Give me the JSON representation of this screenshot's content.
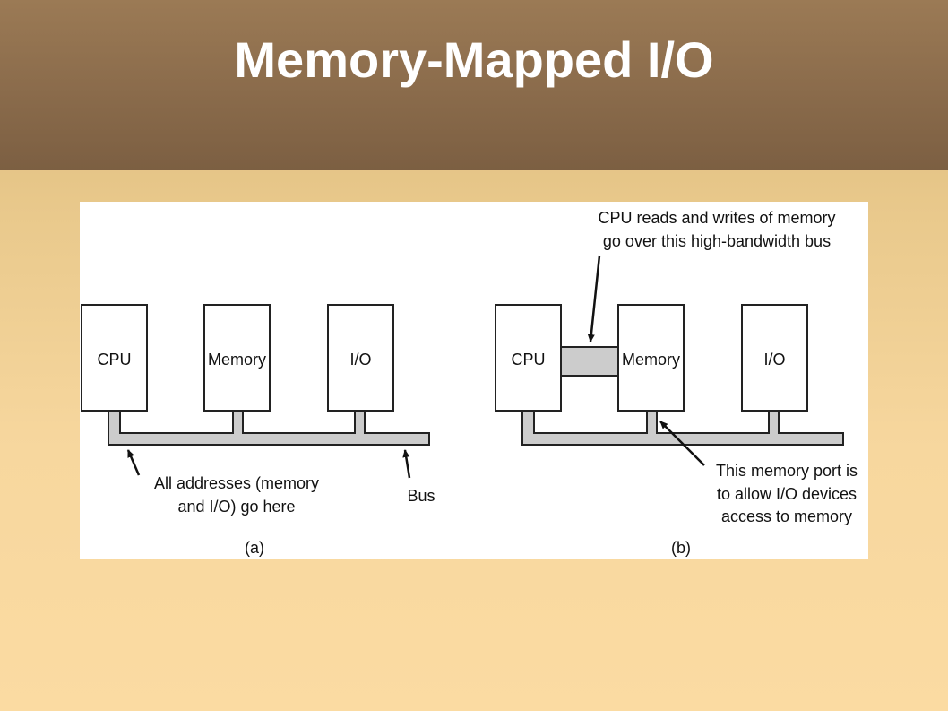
{
  "slide": {
    "title": "Memory-Mapped I/O"
  },
  "diagram": {
    "a": {
      "caption": "(a)",
      "boxes": {
        "cpu": "CPU",
        "memory": "Memory",
        "io": "I/O"
      },
      "annotation_line1": "All addresses (memory",
      "annotation_line2": "and I/O) go here",
      "bus_label": "Bus"
    },
    "b": {
      "caption": "(b)",
      "boxes": {
        "cpu": "CPU",
        "memory": "Memory",
        "io": "I/O"
      },
      "top_note_line1": "CPU reads and writes of memory",
      "top_note_line2": "go over this high-bandwidth bus",
      "port_note_line1": "This memory port is",
      "port_note_line2": "to allow I/O devices",
      "port_note_line3": "access to memory"
    }
  },
  "colors": {
    "header": "#8a6b4b",
    "background": "#f7d79e",
    "bus_fill": "#cccccc",
    "box_fill": "#ffffff"
  }
}
